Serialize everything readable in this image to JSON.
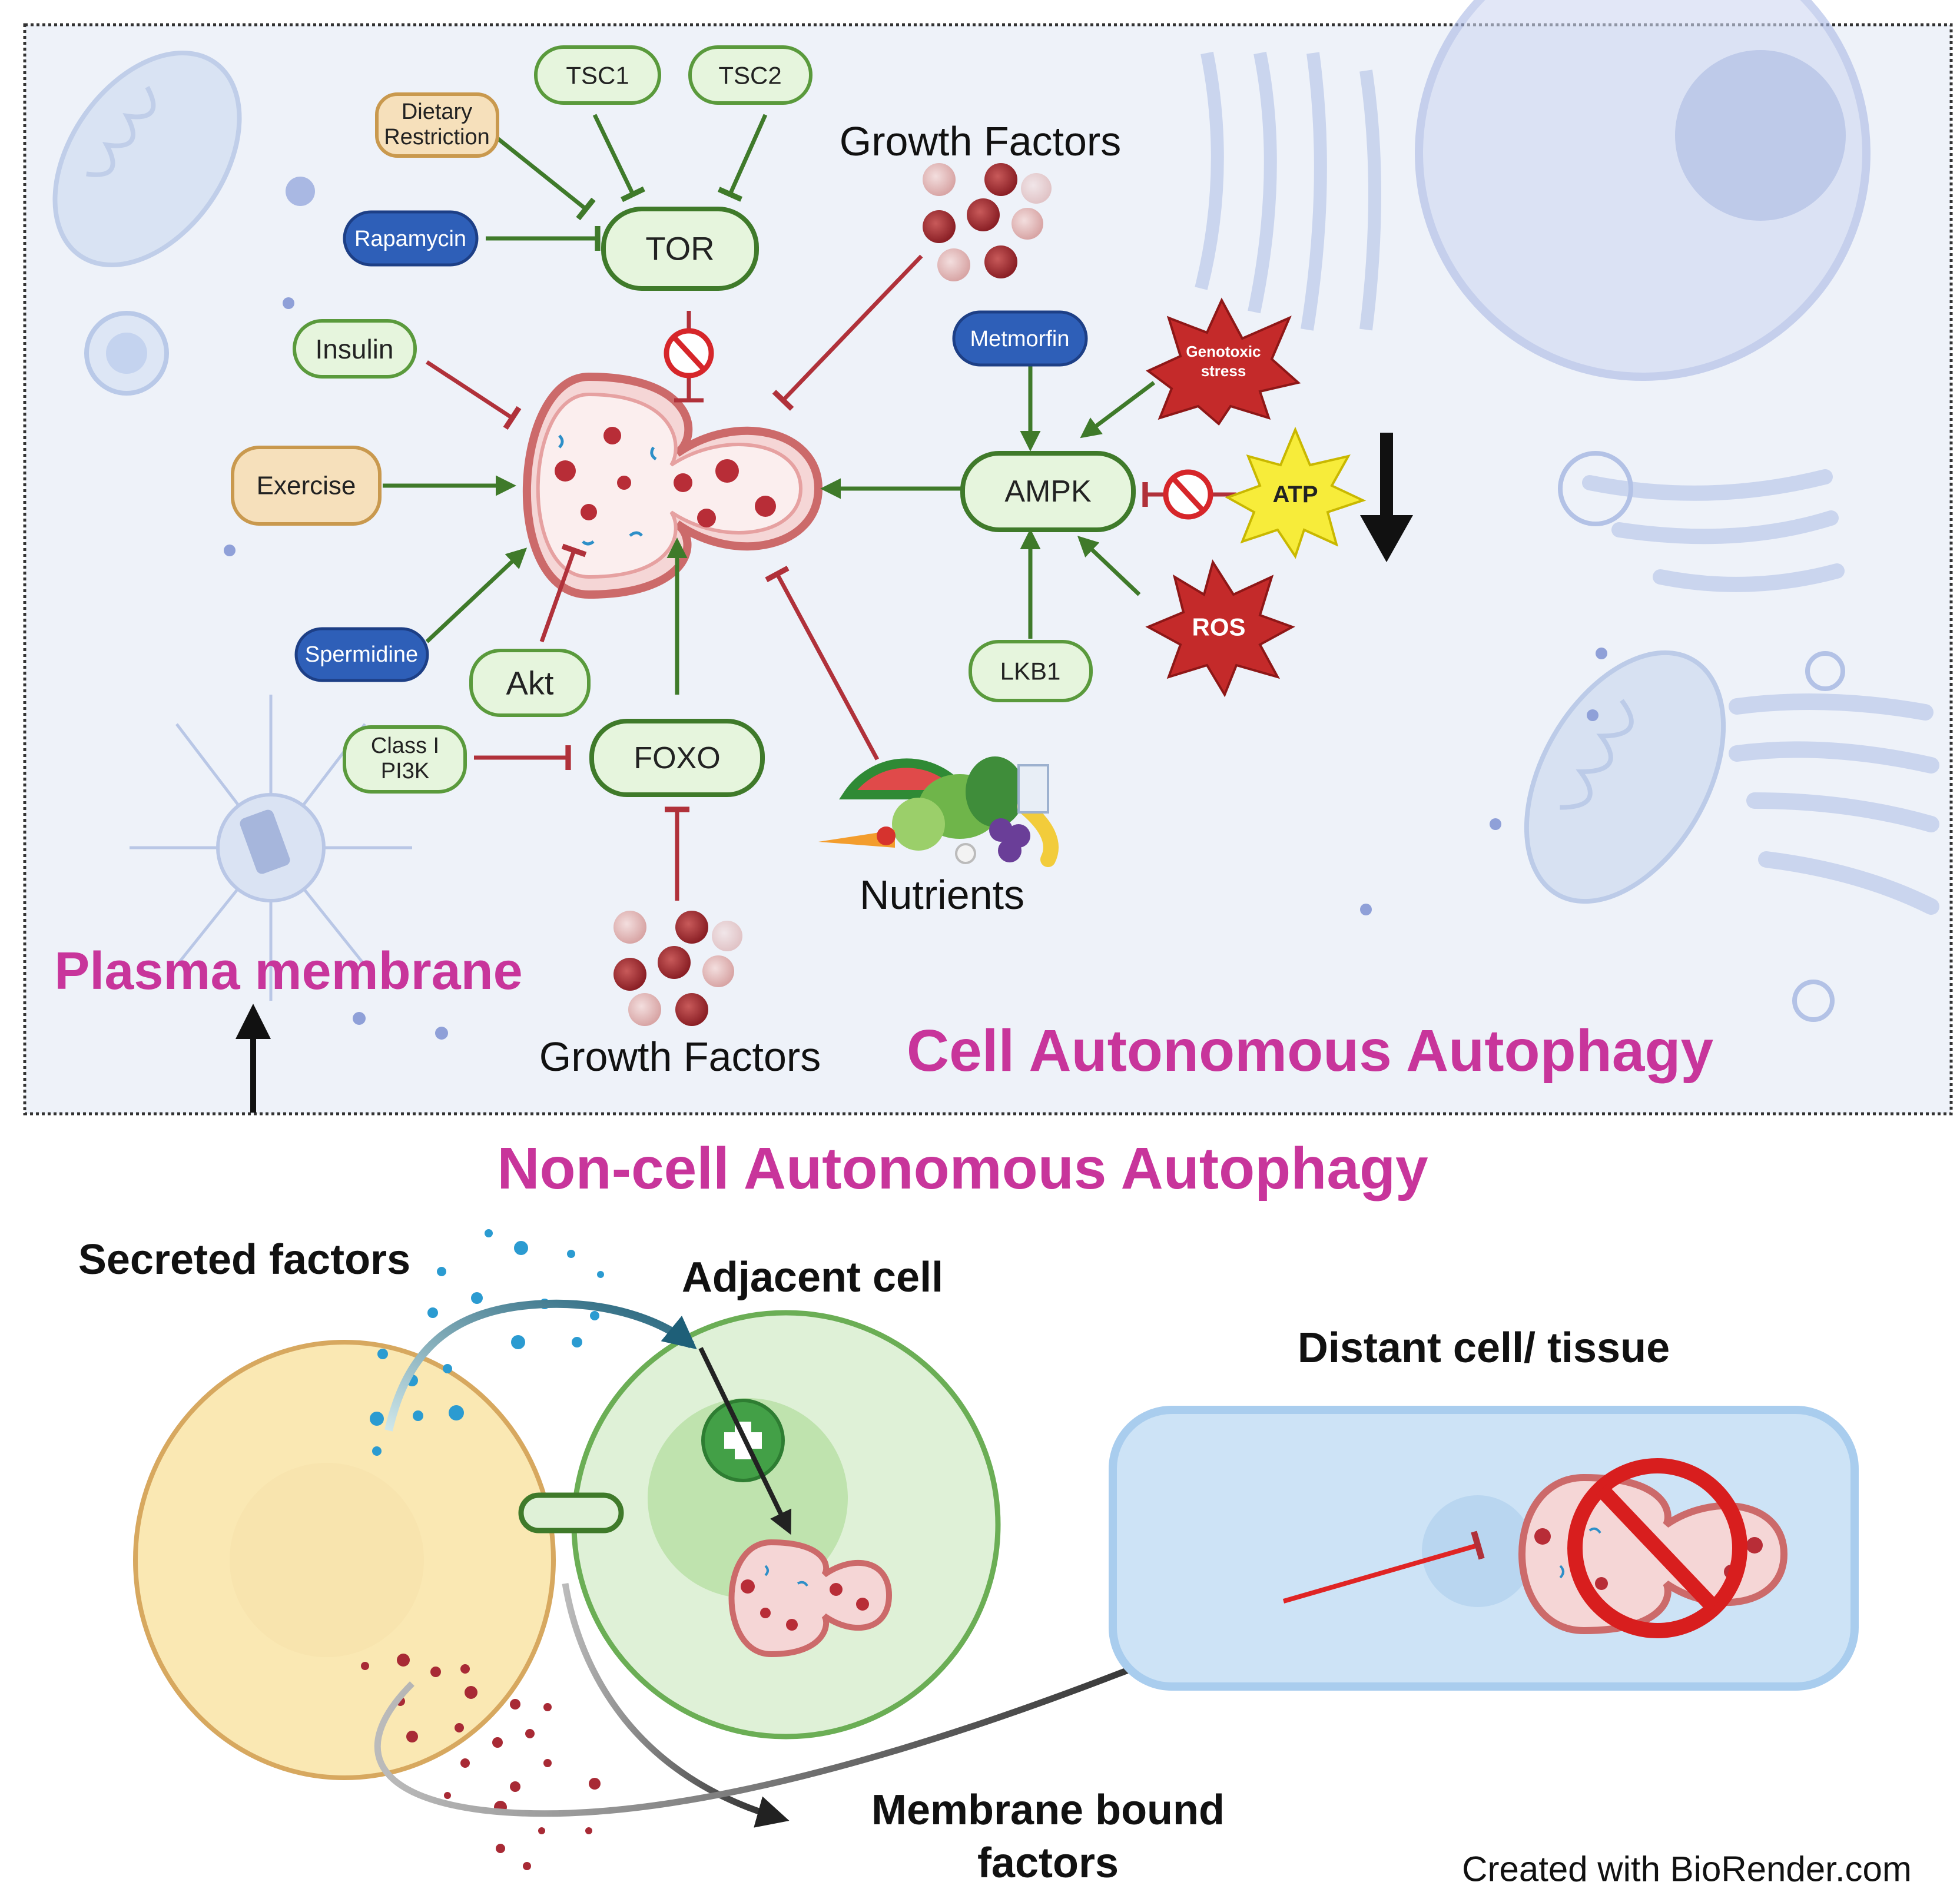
{
  "figure": {
    "upper_panel": {
      "title": "Cell Autonomous Autophagy",
      "plasma_membrane_label": "Plasma membrane",
      "growth_factors_top": "Growth Factors",
      "growth_factors_bottom": "Growth Factors",
      "nutrients": "Nutrients",
      "nodes": {
        "tsc1": "TSC1",
        "tsc2": "TSC2",
        "dietary_restriction_line1": "Dietary",
        "dietary_restriction_line2": "Restriction",
        "rapamycin": "Rapamycin",
        "tor": "TOR",
        "insulin": "Insulin",
        "exercise": "Exercise",
        "spermidine": "Spermidine",
        "akt": "Akt",
        "class_pi3k_line1": "Class I",
        "class_pi3k_line2": "PI3K",
        "foxo": "FOXO",
        "metformin": "Metmorfin",
        "ampk": "AMPK",
        "lkb1": "LKB1",
        "genotoxic_line1": "Genotoxic",
        "genotoxic_line2": "stress",
        "atp": "ATP",
        "ros": "ROS"
      }
    },
    "lower_panel": {
      "title": "Non-cell Autonomous Autophagy",
      "secreted_factors": "Secreted factors",
      "adjacent_cell": "Adjacent cell",
      "distant_cell": "Distant cell/ tissue",
      "membrane_bound_line1": "Membrane bound",
      "membrane_bound_line2": "factors"
    },
    "credit": "Created with BioRender.com"
  },
  "colors": {
    "activation_arrow": "#3f7a2a",
    "inhibition_arrow": "#b0313a",
    "title_magenta": "#c8359b",
    "node_green_fill": "#e6f5dd",
    "node_green_stroke": "#5a9a3c",
    "drug_blue": "#2e5fb8",
    "stress_red": "#c42a2a",
    "atp_yellow": "#f7ec3a"
  }
}
